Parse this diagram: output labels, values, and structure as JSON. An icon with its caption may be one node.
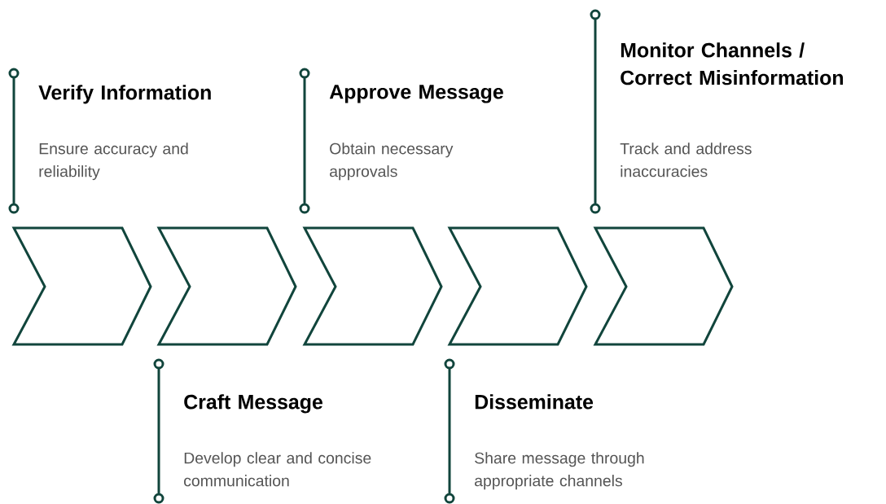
{
  "diagram": {
    "nodes": [
      {
        "text": [],
        "shape": "chevron",
        "beside": [
          "Verify Information",
          "Ensure accuracy and reliability"
        ]
      },
      {
        "text": [],
        "shape": "chevron",
        "beside": [
          "Craft Message",
          "Develop clear and concise communication"
        ]
      },
      {
        "text": [],
        "shape": "chevron",
        "beside": [
          "Approve Message",
          "Obtain necessary approvals"
        ]
      },
      {
        "text": [],
        "shape": "chevron",
        "beside": [
          "Disseminate",
          "Share message through appropriate channels"
        ]
      },
      {
        "text": [],
        "shape": "chevron",
        "beside": [
          "Monitor Channels / Correct Misinformation",
          "Track and address inaccuracies"
        ]
      }
    ]
  }
}
